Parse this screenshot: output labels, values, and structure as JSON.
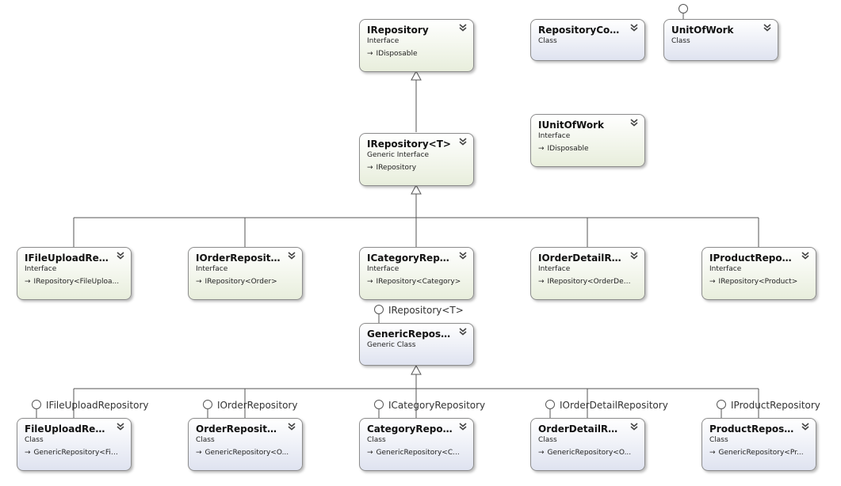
{
  "nodes": {
    "irepository": {
      "title": "IRepository",
      "kind": "Interface",
      "inherits": "IDisposable"
    },
    "repositoryconfig": {
      "title": "RepositoryConfig",
      "kind": "Class"
    },
    "unitofwork": {
      "title": "UnitOfWork",
      "kind": "Class"
    },
    "iunitofwork": {
      "title": "IUnitOfWork",
      "kind": "Interface",
      "inherits": "IDisposable"
    },
    "irepository_t": {
      "title": "IRepository<T>",
      "kind": "Generic Interface",
      "inherits": "IRepository"
    },
    "ifileupload": {
      "title": "IFileUploadRep...",
      "kind": "Interface",
      "inherits": "IRepository<FileUploa..."
    },
    "iorder": {
      "title": "IOrderRepository",
      "kind": "Interface",
      "inherits": "IRepository<Order>"
    },
    "icategory": {
      "title": "ICategoryRepos...",
      "kind": "Interface",
      "inherits": "IRepository<Category>"
    },
    "iorderdetail": {
      "title": "IOrderDetailRep...",
      "kind": "Interface",
      "inherits": "IRepository<OrderDet..."
    },
    "iproduct": {
      "title": "IProductReposit...",
      "kind": "Interface",
      "inherits": "IRepository<Product>"
    },
    "genericrepo": {
      "title": "GenericReposito...",
      "kind": "Generic Class"
    },
    "fileupload": {
      "title": "FileUploadRepo...",
      "kind": "Class",
      "inherits": "GenericRepository<Fil..."
    },
    "order": {
      "title": "OrderRepository",
      "kind": "Class",
      "inherits": "GenericRepository<O..."
    },
    "category": {
      "title": "CategoryReposi...",
      "kind": "Class",
      "inherits": "GenericRepository<C..."
    },
    "orderdetail": {
      "title": "OrderDetailRep...",
      "kind": "Class",
      "inherits": "GenericRepository<O..."
    },
    "product": {
      "title": "ProductReposit...",
      "kind": "Class",
      "inherits": "GenericRepository<Pr..."
    }
  },
  "lollipops": {
    "genericrepo": "IRepository<T>",
    "fileupload": "IFileUploadRepository",
    "order": "IOrderRepository",
    "category": "ICategoryRepository",
    "orderdetail": "IOrderDetailRepository",
    "product": "IProductRepository"
  },
  "icons": {
    "inherit_arrow": "→",
    "collapse": "chevron-double-down-icon"
  },
  "colors": {
    "interface_fill": "#e8eedc",
    "class_fill": "#dfe3f0",
    "border": "#8c8c8c",
    "line": "#555555"
  }
}
